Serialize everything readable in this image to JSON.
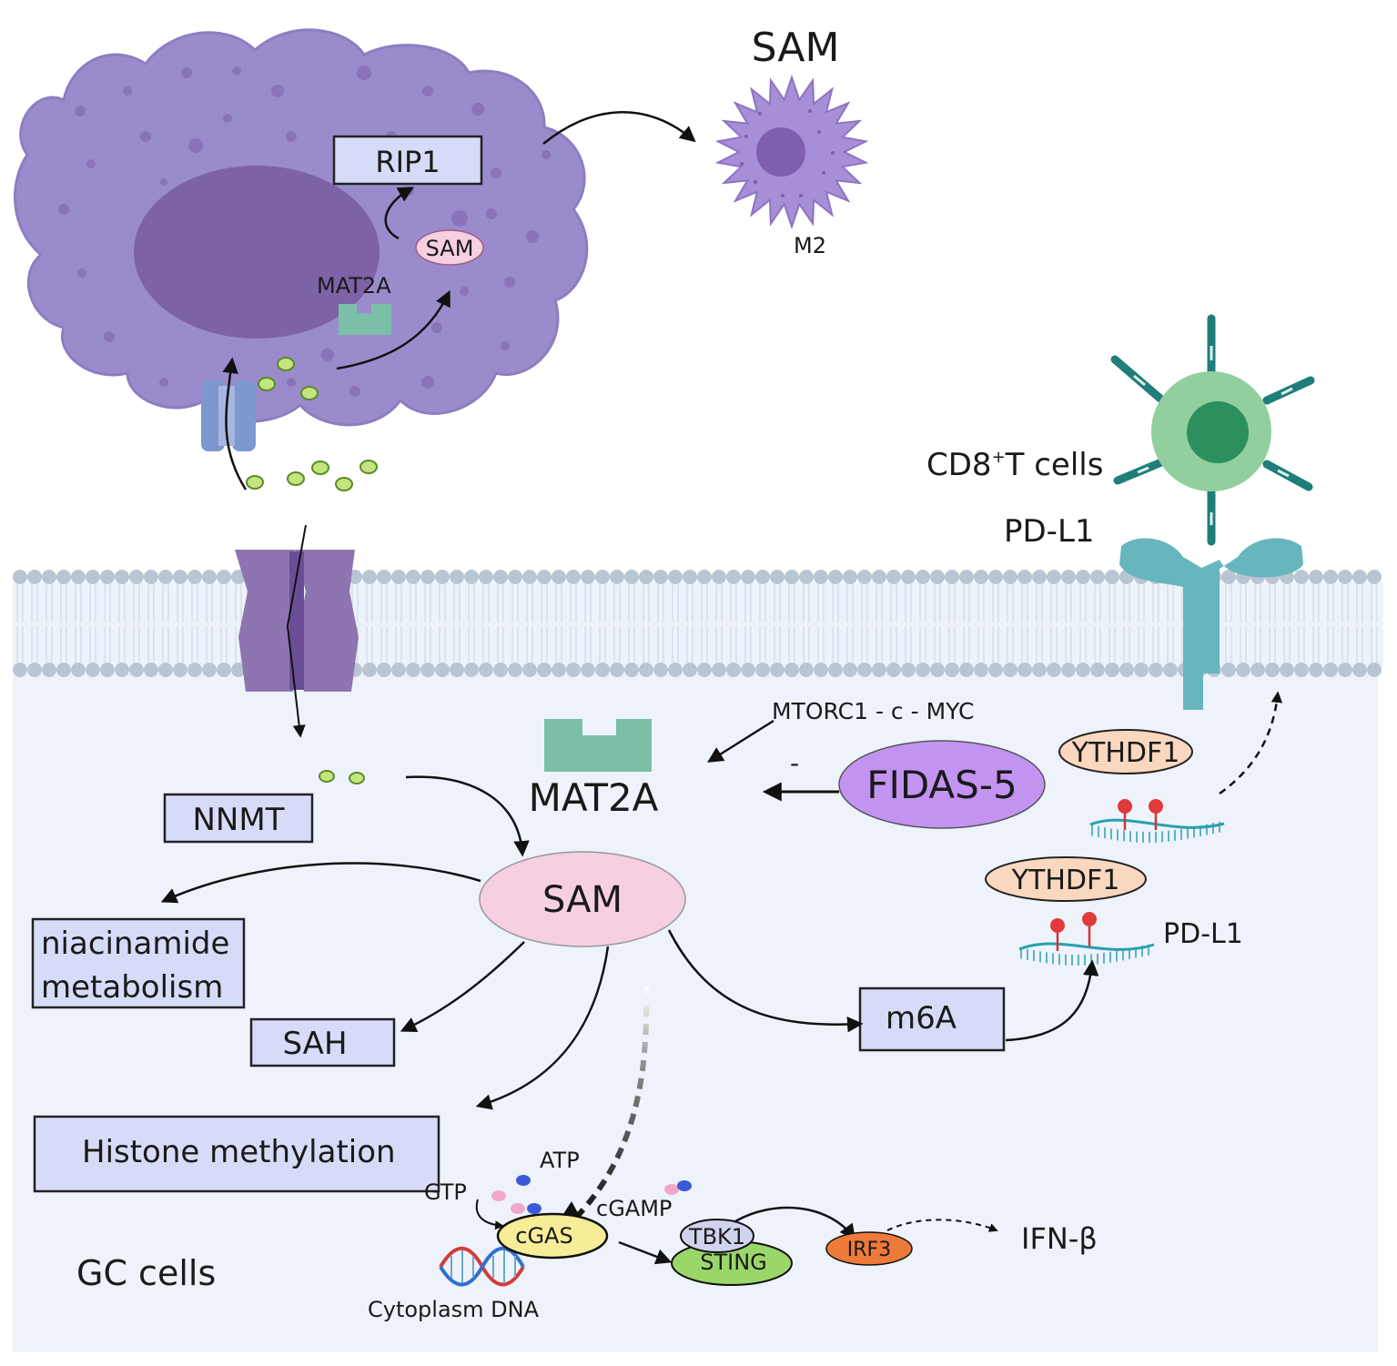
{
  "labels": {
    "sam_top": "SAM",
    "m2": "M2",
    "rip1": "RIP1",
    "sam_small": "SAM",
    "mat2a_small": "MAT2A",
    "cd8_main": "CD8",
    "cd8_sup": "+",
    "cd8_rest": "T cells",
    "pdl1_top": "PD-L1",
    "mtorc1": "MTORC1 - c - MYC",
    "minus": "-",
    "mat2a_big": "MAT2A",
    "fidas5": "FIDAS-5",
    "ythdf1_a": "YTHDF1",
    "ythdf1_b": "YTHDF1",
    "pdl1_mrna": "PD-L1",
    "nnmt": "NNMT",
    "sam_center": "SAM",
    "niacinamide_1": "niacinamide",
    "niacinamide_2": "metabolism",
    "sah": "SAH",
    "m6a": "m6A",
    "histone": "Histone methylation",
    "atp": "ATP",
    "gtp": "GTP",
    "cgamp": "cGAMP",
    "cgas": "cGAS",
    "tbk1": "TBK1",
    "sting": "STING",
    "irf3": "IRF3",
    "ifn": "IFN-β",
    "gc_cells": "GC cells",
    "cyto_dna": "Cytoplasm DNA"
  },
  "colors": {
    "macrophage": "#9a8ccc",
    "macrophage_nucleus": "#7d62a8",
    "membrane_head": "#b9c5d3",
    "cytoplasm": "#eef3fb",
    "label_box": "#d6dcf8",
    "sam_ellipse": "#f7cfe3",
    "fidas": "#c393f2",
    "ythdf1": "#f9d8bf",
    "mat2a": "#7bbfa8",
    "pdl1_receptor": "#67b6bd",
    "tcell": "#92cf9e",
    "tcell_nucleus": "#2b8f5e",
    "cgas": "#f7ec98",
    "sting": "#9bd66b",
    "tbk1": "#cfd3ec",
    "irf3": "#ee7a3a"
  }
}
